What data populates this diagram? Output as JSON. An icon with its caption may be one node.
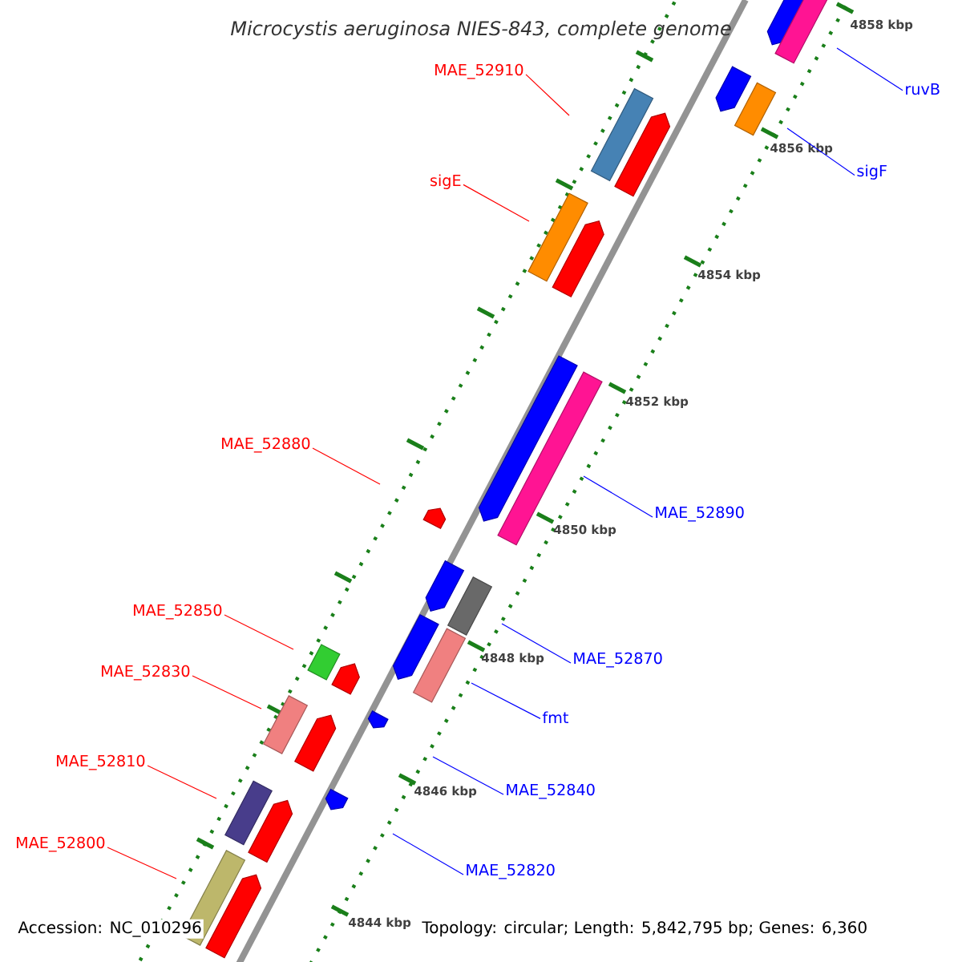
{
  "diagram": {
    "title": "Microcystis aeruginosa NIES-843, complete genome",
    "nodes": [
      {
        "text": [
          "MAE_52910"
        ]
      },
      {
        "text": [
          "ruvB"
        ]
      },
      {
        "text": [
          "sigF"
        ]
      },
      {
        "text": [
          "sigE"
        ]
      },
      {
        "text": [
          "MAE_52880"
        ]
      },
      {
        "text": [
          "MAE_52890"
        ]
      },
      {
        "text": [
          "MAE_52850"
        ]
      },
      {
        "text": [
          "MAE_52870"
        ]
      },
      {
        "text": [
          "MAE_52830"
        ]
      },
      {
        "text": [
          "fmt"
        ]
      },
      {
        "text": [
          "MAE_52810"
        ]
      },
      {
        "text": [
          "MAE_52840"
        ]
      },
      {
        "text": [
          "MAE_52800"
        ]
      },
      {
        "text": [
          "MAE_52820"
        ]
      }
    ],
    "edges": [
      {
        "from": 0,
        "to": null,
        "arrow": "none",
        "color": "#ff0000"
      },
      {
        "from": 1,
        "to": null,
        "arrow": "none",
        "color": "#0000ff"
      },
      {
        "from": 2,
        "to": null,
        "arrow": "none",
        "color": "#0000ff"
      },
      {
        "from": 3,
        "to": null,
        "arrow": "none",
        "color": "#ff0000"
      },
      {
        "from": 4,
        "to": null,
        "arrow": "none",
        "color": "#ff0000"
      },
      {
        "from": 5,
        "to": null,
        "arrow": "none",
        "color": "#0000ff"
      },
      {
        "from": 6,
        "to": null,
        "arrow": "none",
        "color": "#ff0000"
      },
      {
        "from": 7,
        "to": null,
        "arrow": "none",
        "color": "#0000ff"
      },
      {
        "from": 8,
        "to": null,
        "arrow": "none",
        "color": "#ff0000"
      },
      {
        "from": 9,
        "to": null,
        "arrow": "none",
        "color": "#0000ff"
      },
      {
        "from": 10,
        "to": null,
        "arrow": "none",
        "color": "#ff0000"
      },
      {
        "from": 11,
        "to": null,
        "arrow": "none",
        "color": "#0000ff"
      },
      {
        "from": 12,
        "to": null,
        "arrow": "none",
        "color": "#ff0000"
      },
      {
        "from": 13,
        "to": null,
        "arrow": "none",
        "color": "#0000ff"
      }
    ],
    "labels": [
      "4858 kbp",
      "4856 kbp",
      "4854 kbp",
      "4852 kbp",
      "4850 kbp",
      "4848 kbp",
      "4846 kbp",
      "4844 kbp",
      "Accession: NC_010296",
      "Topology: circular; Length: 5,842,795 bp; Genes: 6,360"
    ]
  }
}
